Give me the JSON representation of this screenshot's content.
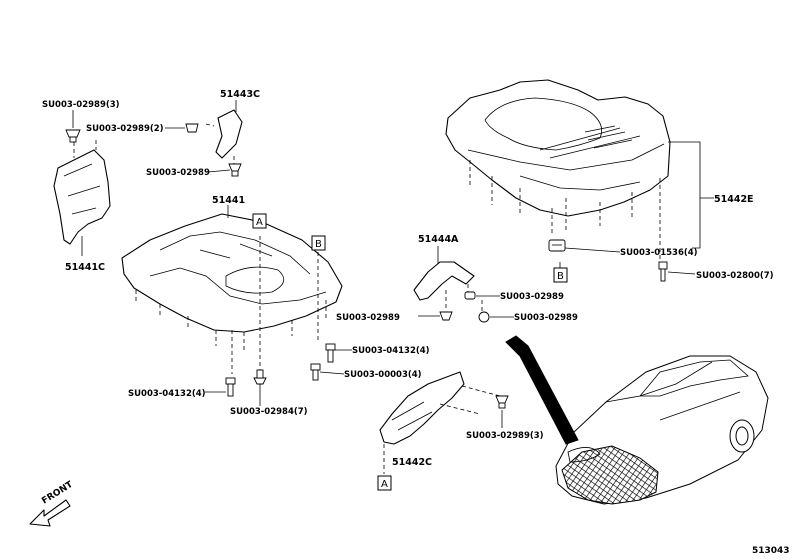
{
  "parts": {
    "p51443C": "51443C",
    "p51441": "51441",
    "p51441C": "51441C",
    "p51444A": "51444A",
    "p51442E": "51442E",
    "p51442C": "51442C"
  },
  "fasteners": {
    "f_02989_3_top": "SU003-02989(3)",
    "f_02989_2": "SU003-02989(2)",
    "f_02989_a": "SU003-02989",
    "f_04132_4_right": "SU003-04132(4)",
    "f_00003_4": "SU003-00003(4)",
    "f_04132_4_left": "SU003-04132(4)",
    "f_02984_7": "SU003-02984(7)",
    "f_02989_b": "SU003-02989",
    "f_02989_c": "SU003-02989",
    "f_02989_d": "SU003-02989",
    "f_01536_4": "SU003-01536(4)",
    "f_02800_7": "SU003-02800(7)",
    "f_02989_3_bottom": "SU003-02989(3)"
  },
  "refs": {
    "a1": "A",
    "b1": "B",
    "b2": "B",
    "a2": "A"
  },
  "front_label": "FRONT",
  "diagram_number": "513043"
}
